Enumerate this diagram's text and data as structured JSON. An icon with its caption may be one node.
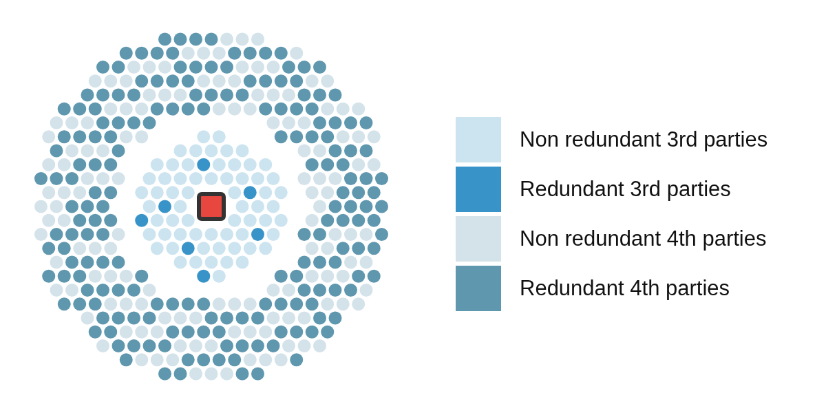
{
  "diagram": {
    "legend": [
      {
        "text": "Non redundant 3rd parties",
        "color": "#cce4f0"
      },
      {
        "text": "Redundant 3rd parties",
        "color": "#3793c8"
      },
      {
        "text": "Non redundant 4th parties",
        "color": "#d4e2ea"
      },
      {
        "text": "Redundant 4th parties",
        "color": "#5e97ae"
      }
    ]
  }
}
